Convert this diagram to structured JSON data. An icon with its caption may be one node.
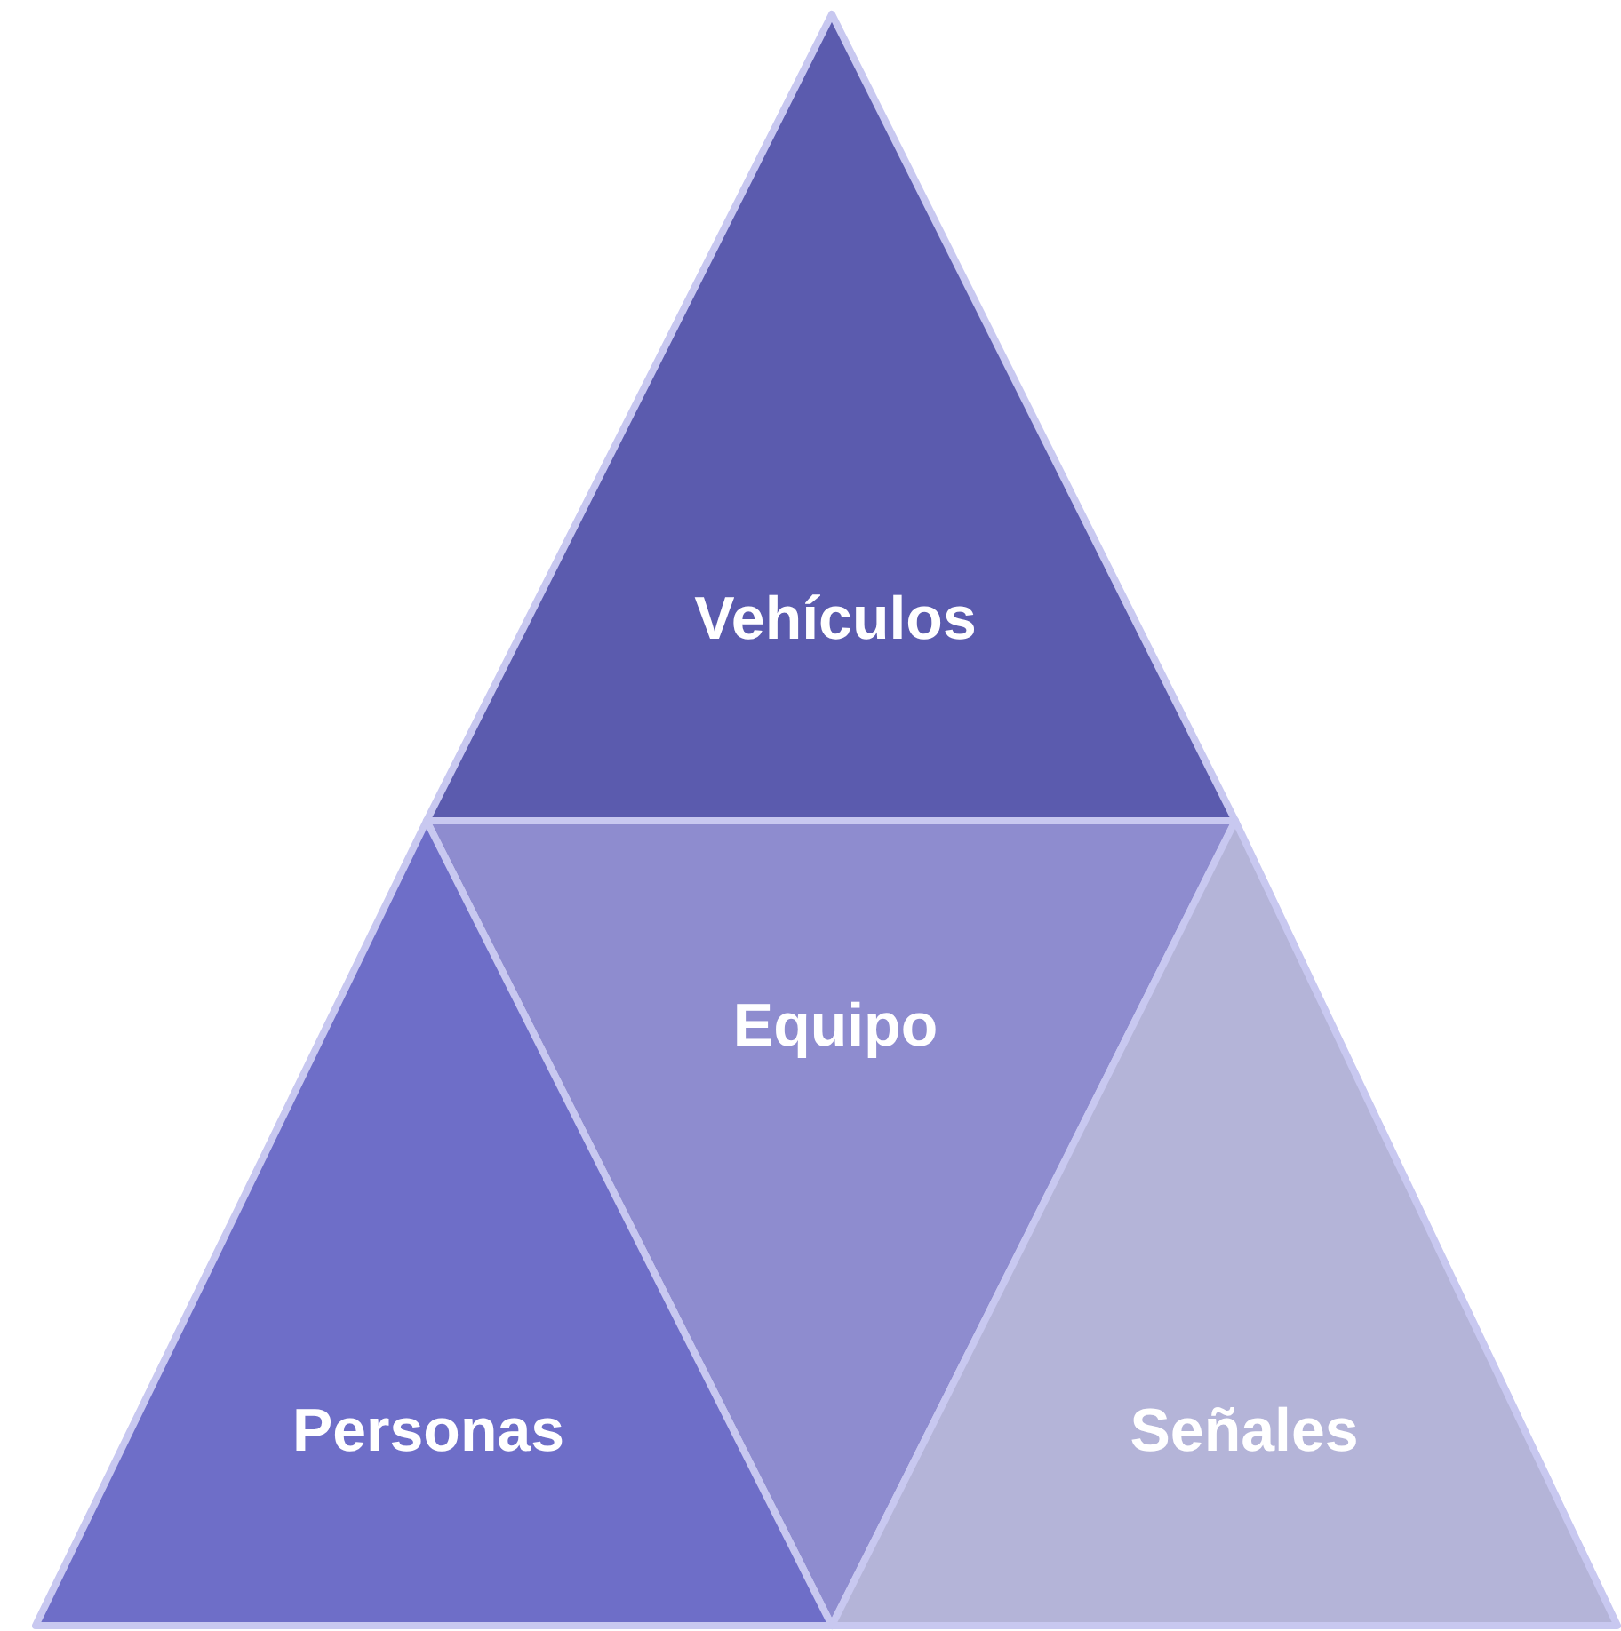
{
  "diagram": {
    "nodes": [
      {
        "text": [
          "Vehículos"
        ]
      },
      {
        "text": [
          "Equipo"
        ]
      },
      {
        "text": [
          "Personas"
        ]
      },
      {
        "text": [
          "Señales"
        ]
      }
    ]
  }
}
